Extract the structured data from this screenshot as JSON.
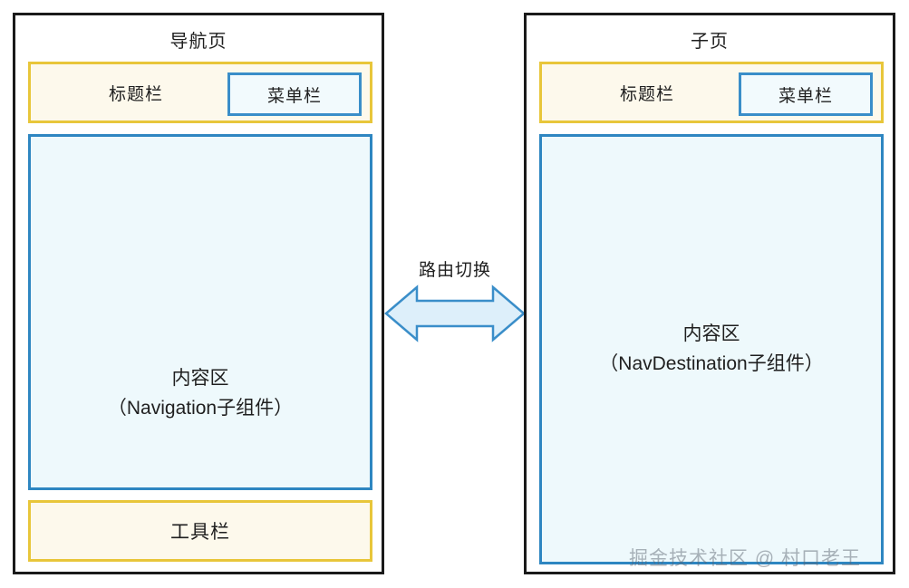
{
  "diagram": {
    "background": "#ffffff",
    "colors": {
      "panel_border": "#1a1a1a",
      "bar_fill": "#fdf9ec",
      "bar_border": "#e8c63a",
      "content_fill": "#eef9fc",
      "content_border": "#2e86c1",
      "menu_fill": "#f2fafd",
      "menu_border": "#3a8ec9",
      "arrow_fill": "#ddeffa",
      "arrow_border": "#3a8ec9",
      "text": "#1f1f1f"
    }
  },
  "left_panel": {
    "title": "导航页",
    "titlebar": {
      "label": "标题栏",
      "menubar_label": "菜单栏"
    },
    "content": {
      "line1": "内容区",
      "line2": "（Navigation子组件）"
    },
    "toolbar": {
      "label": "工具栏"
    }
  },
  "right_panel": {
    "title": "子页",
    "titlebar": {
      "label": "标题栏",
      "menubar_label": "菜单栏"
    },
    "content": {
      "line1": "内容区",
      "line2": "（NavDestination子组件）"
    }
  },
  "connector": {
    "label": "路由切换",
    "icon": "double-headed-horizontal-arrow"
  },
  "watermark": {
    "text": "掘金技术社区 @ 村口老王"
  }
}
